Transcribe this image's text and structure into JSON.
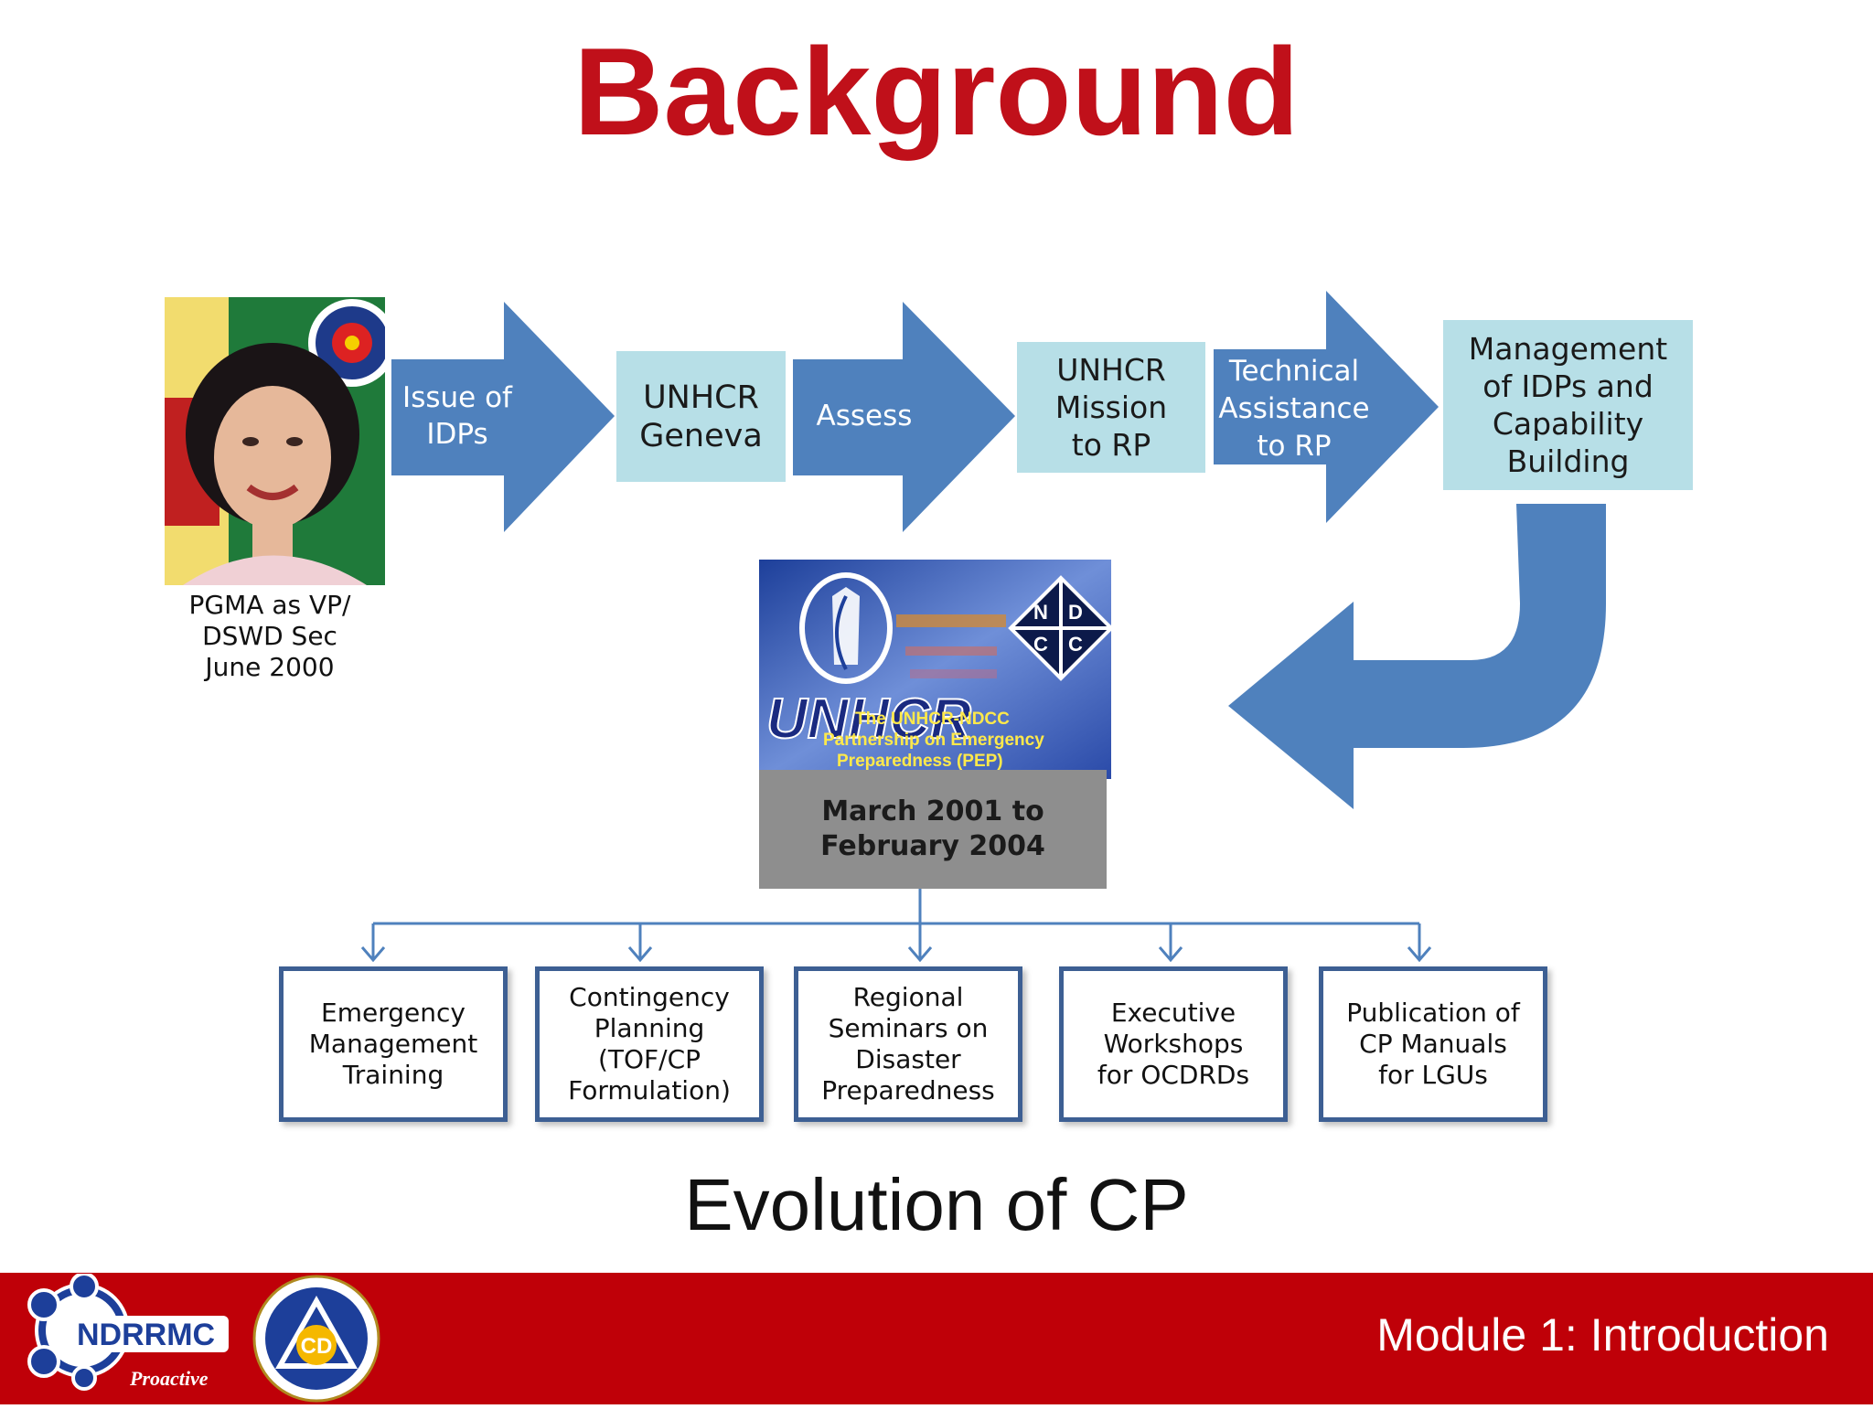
{
  "title": "Background",
  "photo": {
    "caption_lines": [
      "PGMA as VP/",
      "DSWD Sec",
      "June 2000"
    ]
  },
  "flow": {
    "arrow1_lines": [
      "Issue of",
      "IDPs"
    ],
    "box1_lines": [
      "UNHCR",
      "Geneva"
    ],
    "arrow2_lines": [
      "Assess"
    ],
    "box2_lines": [
      "UNHCR",
      "Mission",
      "to RP"
    ],
    "arrow3_lines": [
      "Technical",
      "Assistance",
      "to RP"
    ],
    "box3_lines": [
      "Management",
      "of IDPs and",
      "Capability",
      "Building"
    ]
  },
  "pep": {
    "logo_text": "UNHCR",
    "ndcc_letters": [
      "N",
      "D",
      "C",
      "C"
    ],
    "banner_lines": [
      "The UNHCR-NDCC",
      "Partnership on Emergency",
      "Preparedness (PEP)"
    ],
    "date_lines": [
      "March 2001 to",
      "February 2004"
    ]
  },
  "activities": [
    {
      "lines": [
        "Emergency",
        "Management",
        "Training"
      ]
    },
    {
      "lines": [
        "Contingency",
        "Planning",
        "(TOF/CP",
        "Formulation)"
      ]
    },
    {
      "lines": [
        "Regional",
        "Seminars on",
        "Disaster",
        "Preparedness"
      ]
    },
    {
      "lines": [
        "Executive",
        "Workshops",
        "for OCDRDs"
      ]
    },
    {
      "lines": [
        "Publication of",
        "CP Manuals",
        "for LGUs"
      ]
    }
  ],
  "subtitle": "Evolution of CP",
  "footer": {
    "module_label": "Module 1: Introduction",
    "logo1_text": "NDRRMC",
    "logo1_tagline": "Proactive",
    "logo2_text": "CD"
  },
  "colors": {
    "accent_red": "#c0101a",
    "arrow_blue": "#4f81bd",
    "light_blue": "#b7dfe7",
    "footer_red": "#bf0008",
    "box_border": "#3d5f93"
  }
}
